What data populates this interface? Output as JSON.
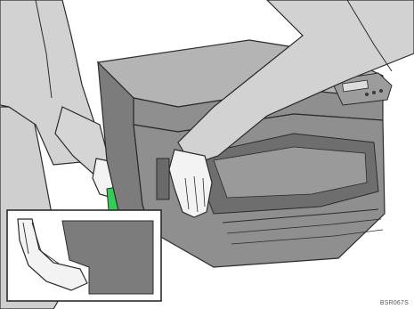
{
  "figure": {
    "code": "BSR067S",
    "subject": "two-people-lifting-printer",
    "inset": "hand-grip-detail"
  },
  "colors": {
    "sleeve": "#d2d2d2",
    "skin": "#f3f3f3",
    "printer_body": "#8f8f8f",
    "printer_dark": "#6e6e6e",
    "printer_light": "#b4b4b4",
    "outline": "#2b2b2b",
    "indicator": "#33cc55"
  }
}
